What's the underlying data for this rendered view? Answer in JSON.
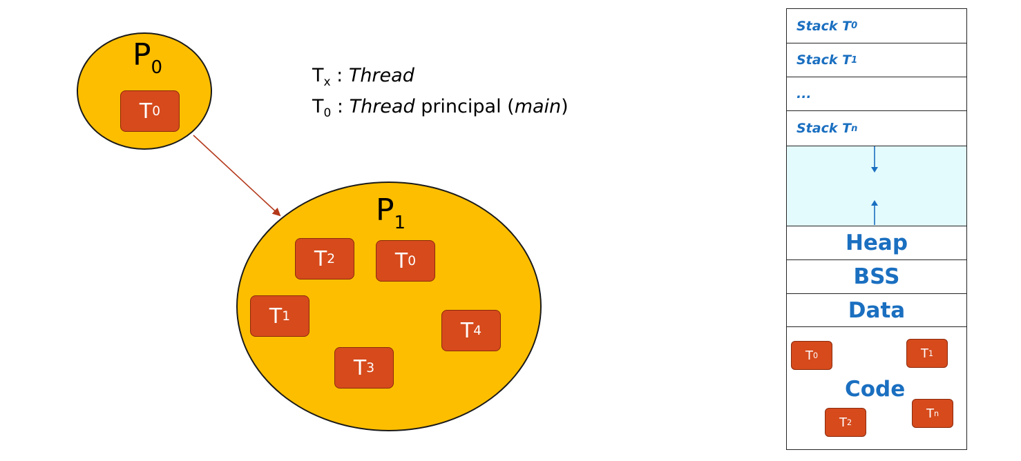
{
  "legend": {
    "line1_sym": "T",
    "line1_sub": "x",
    "line1_sep": " : ",
    "line1_term": "Thread",
    "line2_sym": "T",
    "line2_sub": "0",
    "line2_sep": " : ",
    "line2_term": "Thread",
    "line2_rest": " principal (",
    "line2_main": "main",
    "line2_close": ")"
  },
  "process0": {
    "name": "P",
    "sub": "0",
    "threads": [
      {
        "name": "T",
        "sub": "0"
      }
    ]
  },
  "process1": {
    "name": "P",
    "sub": "1",
    "threads": [
      {
        "name": "T",
        "sub": "2"
      },
      {
        "name": "T",
        "sub": "0"
      },
      {
        "name": "T",
        "sub": "1"
      },
      {
        "name": "T",
        "sub": "4"
      },
      {
        "name": "T",
        "sub": "3"
      }
    ]
  },
  "memory": {
    "stacks": [
      {
        "label": "Stack T",
        "sub": "0"
      },
      {
        "label": "Stack T",
        "sub": "1"
      },
      {
        "label": "...",
        "sub": ""
      },
      {
        "label": "Stack T",
        "sub": "n"
      }
    ],
    "segments": [
      "Heap",
      "BSS",
      "Data"
    ],
    "code": {
      "label": "Code",
      "threads": [
        {
          "name": "T",
          "sub": "0"
        },
        {
          "name": "T",
          "sub": "1"
        },
        {
          "name": "T",
          "sub": "2"
        },
        {
          "name": "T",
          "sub": "n"
        }
      ]
    }
  },
  "colors": {
    "process_fill": "#fdbe00",
    "thread_fill": "#d64a1c",
    "memory_text": "#1a6fc0",
    "free_space_fill": "#e3fbfd",
    "arrow": "#b3381a"
  }
}
